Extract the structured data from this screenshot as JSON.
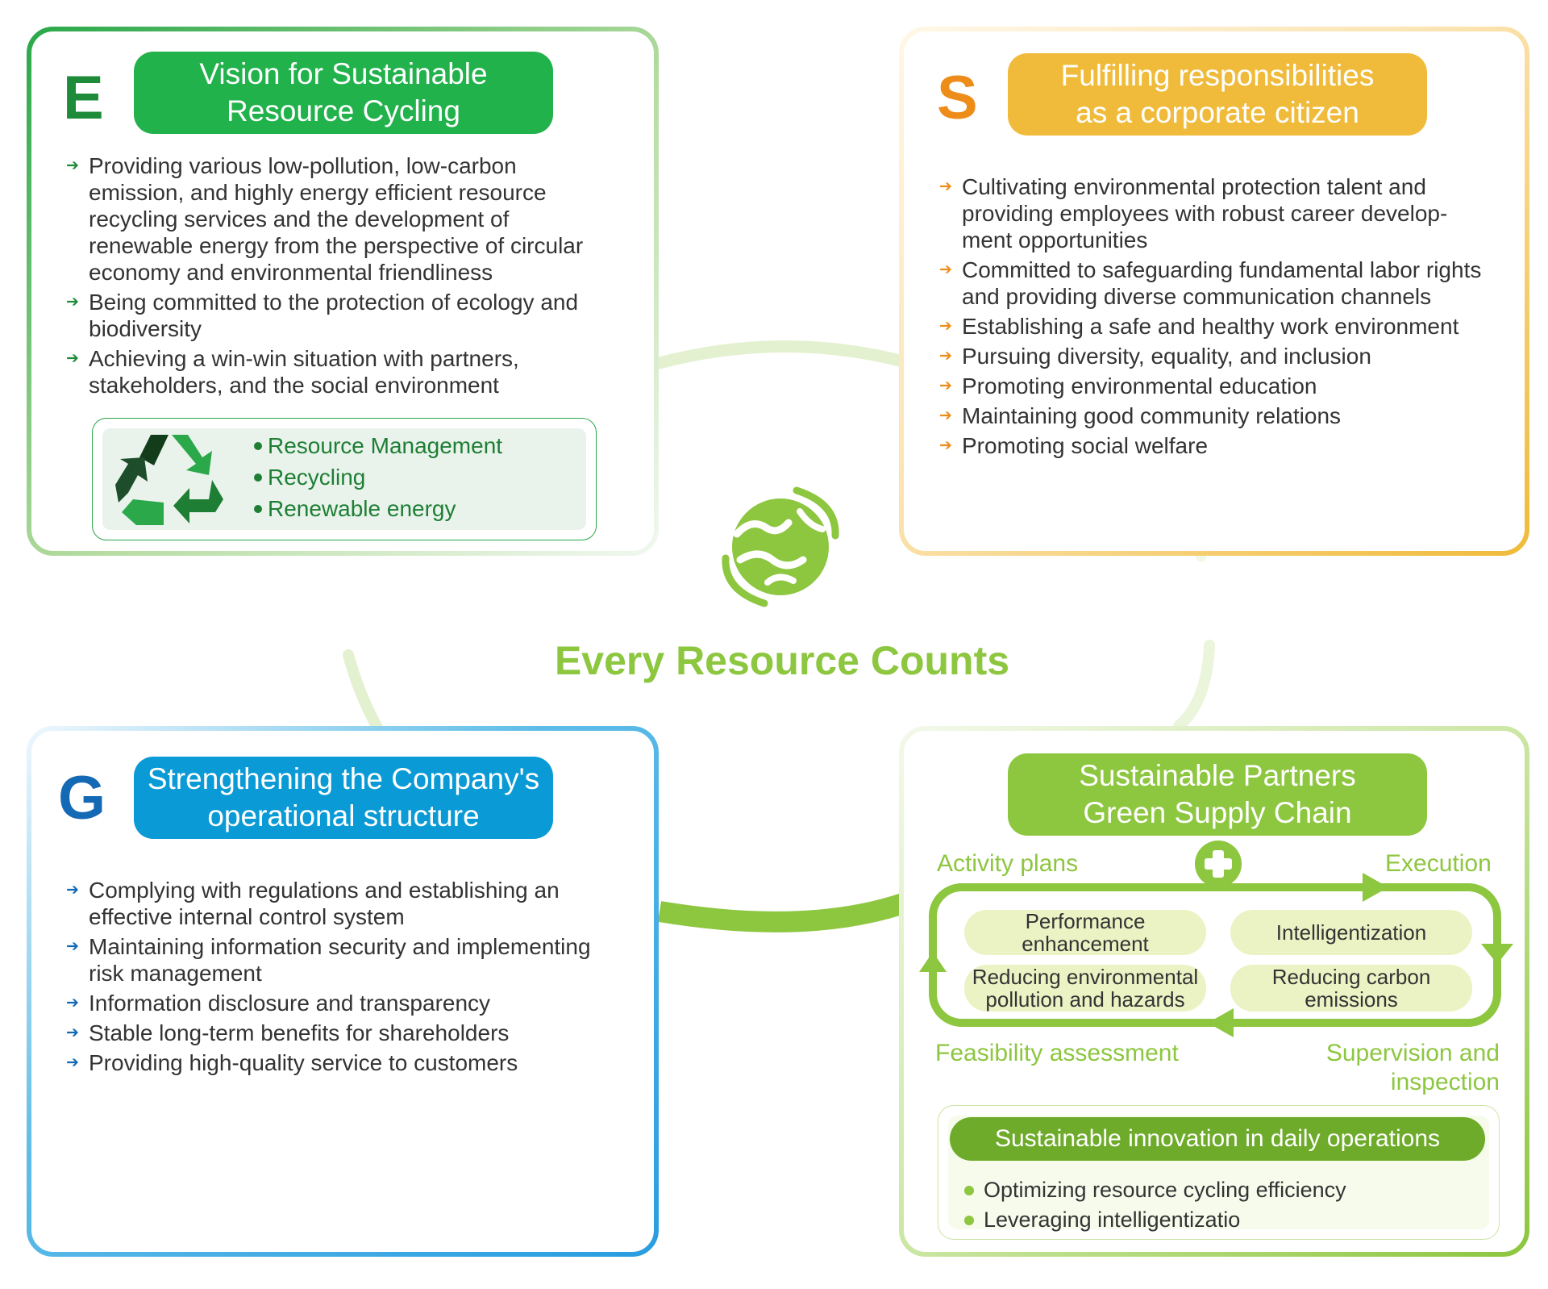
{
  "center": {
    "title": "Every Resource Counts",
    "logo_icon": "globe-puzzle-logo-icon",
    "color": "#8dc63f"
  },
  "environment": {
    "letter": "E",
    "color": "#22b24c",
    "heading_line1": "Vision for Sustainable",
    "heading_line2": "Resource Cycling",
    "bullets": [
      {
        "line1": "Providing various low-pollution, low-carbon",
        "line2": "emission, and highly energy efficient resource",
        "line3": "recycling services and the development of",
        "line4": "renewable energy from the perspective of circular",
        "line5": "economy and environmental friendliness"
      },
      {
        "line1": "Being committed to the protection of ecology and",
        "line2": "biodiversity"
      },
      {
        "line1": "Achieving a win-win situation with partners,",
        "line2": "stakeholders, and the social environment"
      }
    ],
    "focus_icon": "recycle-icon",
    "focus_areas": [
      "Resource Management",
      "Recycling",
      "Renewable energy"
    ]
  },
  "social": {
    "letter": "S",
    "color": "#f0bb3a",
    "letter_color": "#ee8c1a",
    "heading_line1": "Fulfilling responsibilities",
    "heading_line2": "as a corporate citizen",
    "bullets": [
      {
        "line1": "Cultivating environmental protection talent and",
        "line2": "providing employees with robust career develop-",
        "line3": "ment opportunities"
      },
      {
        "line1": "Committed to safeguarding fundamental labor rights",
        "line2": "and providing diverse communication channels"
      },
      {
        "line1": "Establishing a safe and healthy work environment"
      },
      {
        "line1": "Pursuing diversity, equality, and inclusion"
      },
      {
        "line1": "Promoting environmental education"
      },
      {
        "line1": "Maintaining good community relations"
      },
      {
        "line1": "Promoting social welfare"
      }
    ]
  },
  "governance": {
    "letter": "G",
    "color": "#0a9ad6",
    "letter_color": "#1469b5",
    "heading_line1": "Strengthening the Company's",
    "heading_line2": "operational structure",
    "bullets": [
      {
        "line1": "Complying with regulations and establishing an",
        "line2": "effective internal control system"
      },
      {
        "line1": "Maintaining information security and implementing",
        "line2": "risk management"
      },
      {
        "line1": "Information disclosure and transparency"
      },
      {
        "line1": "Stable long-term benefits for shareholders"
      },
      {
        "line1": "Providing high-quality service to customers"
      }
    ]
  },
  "supply_chain": {
    "color": "#8dc63f",
    "heading_line1": "Sustainable Partners",
    "heading_line2": "Green Supply Chain",
    "cycle": {
      "activity_plans": "Activity plans",
      "execution": "Execution",
      "feasibility": "Feasibility assessment",
      "supervision_line1": "Supervision and",
      "supervision_line2": "inspection",
      "plus_icon": "plus-icon"
    },
    "goals": {
      "performance_line1": "Performance",
      "performance_line2": "enhancement",
      "intelligent": "Intelligentization",
      "pollution_line1": "Reducing environmental",
      "pollution_line2": "pollution and hazards",
      "carbon_line1": "Reducing carbon",
      "carbon_line2": "emissions"
    },
    "innovation": {
      "heading": "Sustainable innovation in daily operations",
      "items": [
        "Optimizing resource cycling efficiency",
        "Leveraging intelligentizatio"
      ]
    }
  }
}
